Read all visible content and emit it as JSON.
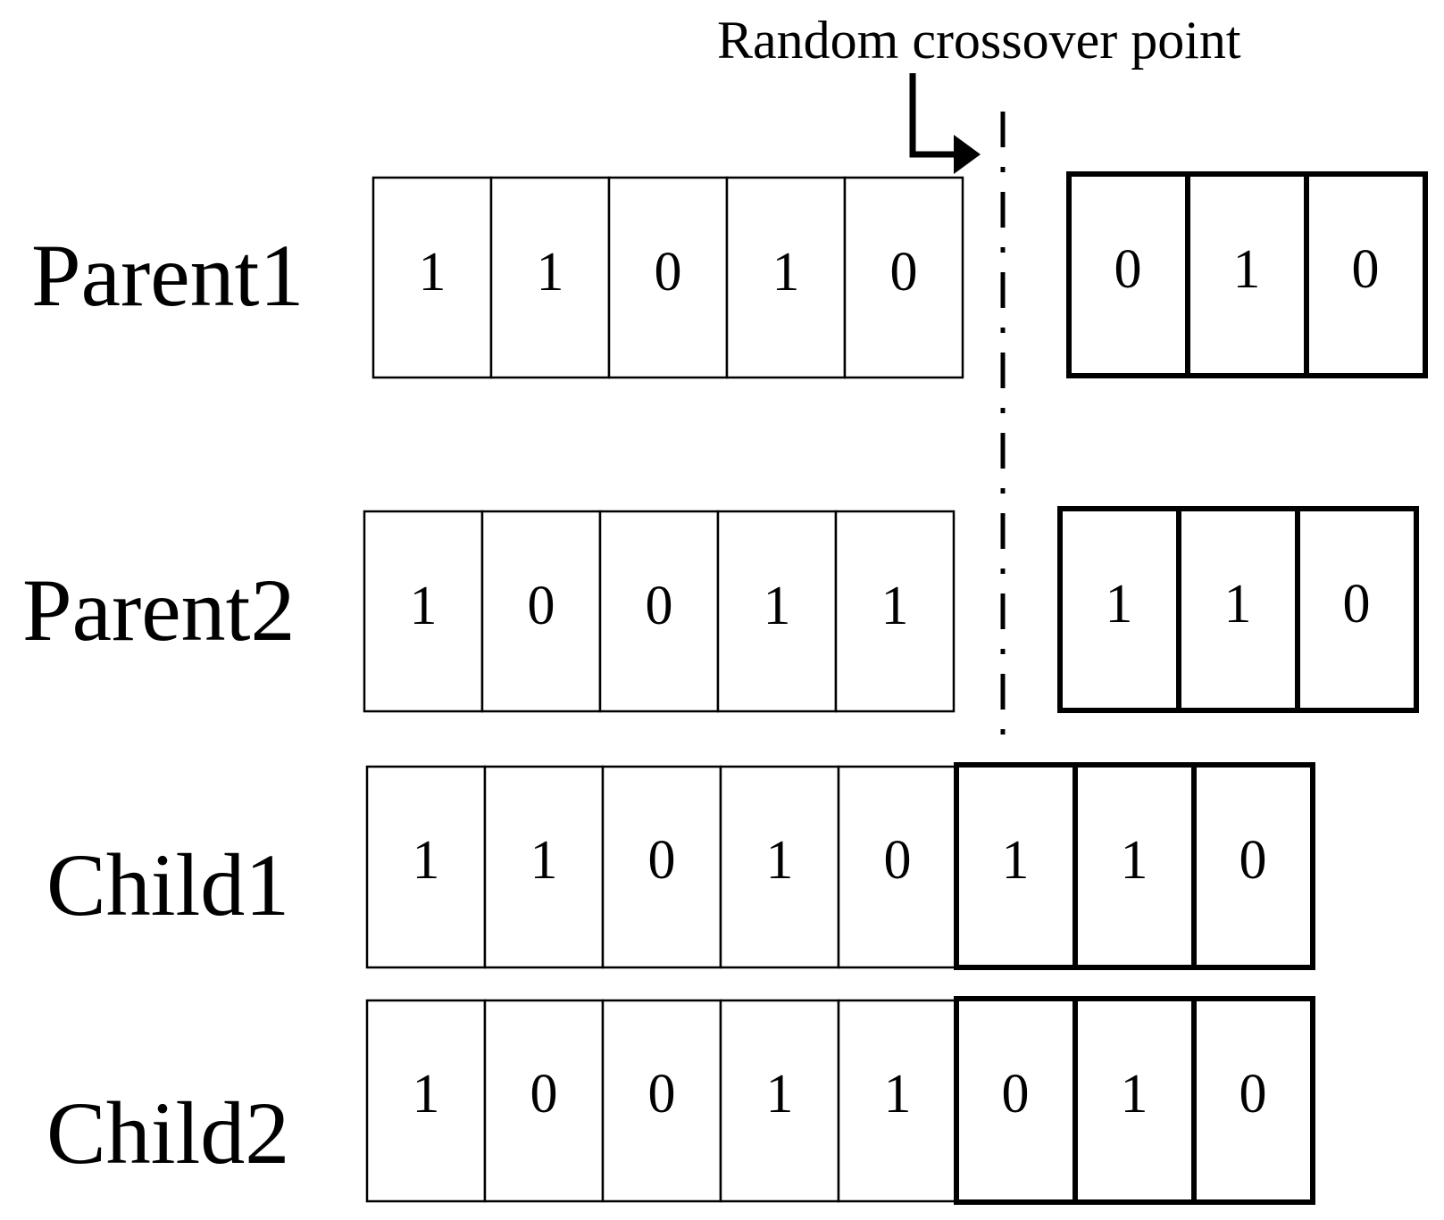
{
  "title": "Random crossover point",
  "crossover_index": 5,
  "rows": [
    {
      "label": "Parent1",
      "head": [
        "1",
        "1",
        "0",
        "1",
        "0"
      ],
      "tail": [
        "0",
        "1",
        "0"
      ]
    },
    {
      "label": "Parent2",
      "head": [
        "1",
        "0",
        "0",
        "1",
        "1"
      ],
      "tail": [
        "1",
        "1",
        "0"
      ]
    },
    {
      "label": "Child1",
      "head": [
        "1",
        "1",
        "0",
        "1",
        "0"
      ],
      "tail": [
        "1",
        "1",
        "0"
      ]
    },
    {
      "label": "Child2",
      "head": [
        "1",
        "0",
        "0",
        "1",
        "1"
      ],
      "tail": [
        "0",
        "1",
        "0"
      ]
    }
  ]
}
